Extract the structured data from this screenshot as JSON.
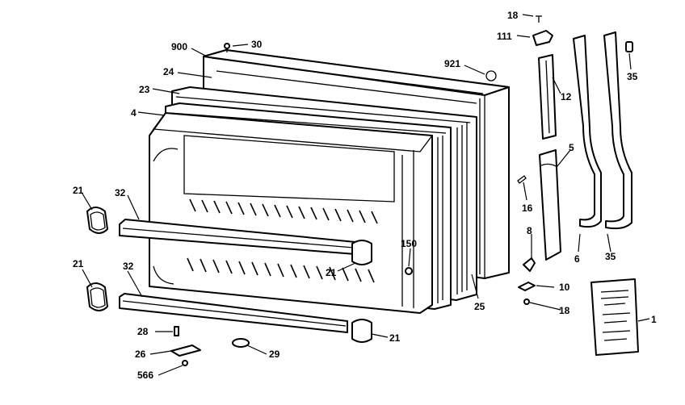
{
  "diagram": {
    "callouts": {
      "p18_top": "18",
      "p111": "111",
      "p900": "900",
      "p30": "30",
      "p921": "921",
      "p35_top": "35",
      "p24": "24",
      "p12": "12",
      "p23": "23",
      "p4": "4",
      "p5": "5",
      "p21_a": "21",
      "p32_a": "32",
      "p16": "16",
      "p8": "8",
      "p150": "150",
      "p21_b": "21",
      "p32_b": "32",
      "p21_c": "21",
      "p6": "6",
      "p35_bottom": "35",
      "p25": "25",
      "p10": "10",
      "p18_bottom": "18",
      "p1": "1",
      "p28": "28",
      "p21_d": "21",
      "p26": "26",
      "p29": "29",
      "p566": "566"
    }
  }
}
